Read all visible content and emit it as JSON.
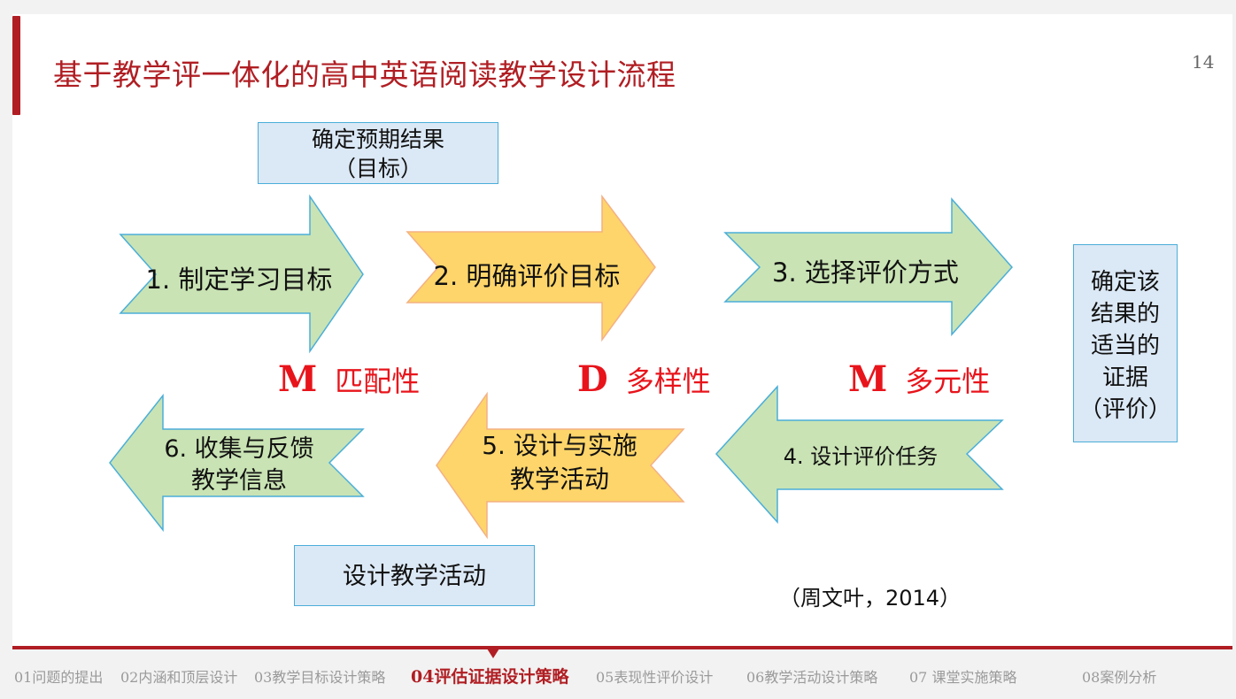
{
  "header": {
    "title": "基于教学评一体化的高中英语阅读教学设计流程",
    "page_number": "14"
  },
  "boxes": {
    "expected_results": [
      "确定预期结果",
      "（目标）"
    ],
    "design_activities": "设计教学活动",
    "evidence": [
      "确定该",
      "结果的",
      "适当的",
      "证据",
      "（评价）"
    ]
  },
  "arrows": {
    "a1": "1. 制定学习目标",
    "a2": "2. 明确评价目标",
    "a3": "3. 选择评价方式",
    "a4": "4. 设计评价任务",
    "a5": [
      "5. 设计与实施",
      "教学活动"
    ],
    "a6": [
      "6. 收集与反馈",
      "教学信息"
    ]
  },
  "properties": [
    {
      "letter": "M",
      "word": "匹配性"
    },
    {
      "letter": "D",
      "word": "多样性"
    },
    {
      "letter": "M",
      "word": "多元性"
    }
  ],
  "citation": "（周文叶，2014）",
  "colors": {
    "brand_red": "#b01e23",
    "arrow_green": "#c9e3b4",
    "arrow_yellow": "#fdd56a",
    "box_fill": "#dbe8f5",
    "box_border": "#4aaed9",
    "prop_red": "#e8141b"
  },
  "nav": {
    "items": [
      "01问题的提出",
      "02内涵和顶层设计",
      "03教学目标设计策略",
      "04评估证据设计策略",
      "05表现性评价设计",
      "06教学活动设计策略",
      "07 课堂实施策略",
      "08案例分析"
    ],
    "active": "04评估证据设计策略"
  }
}
